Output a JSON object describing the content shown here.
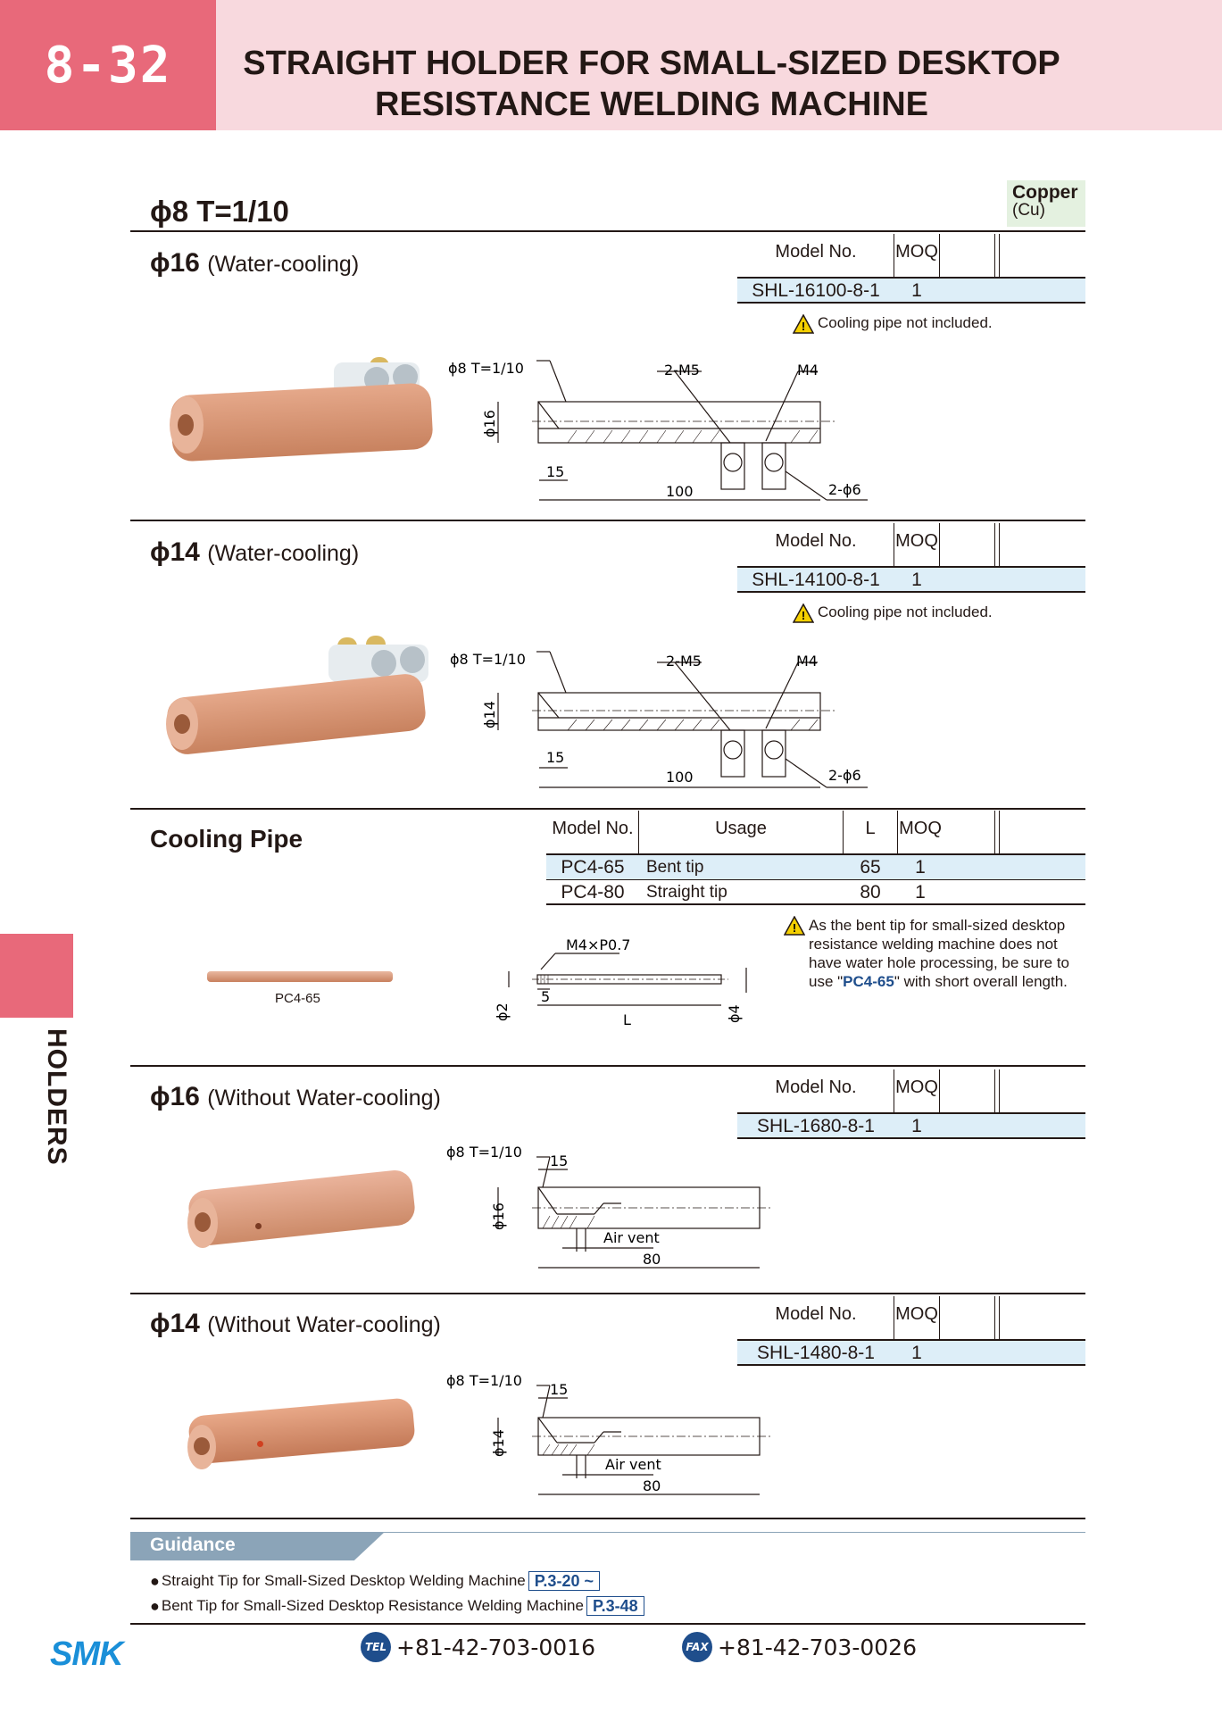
{
  "header": {
    "page_number": "8-32",
    "title_line1": "STRAIGHT HOLDER FOR SMALL-SIZED DESKTOP",
    "title_line2": "RESISTANCE WELDING MACHINE"
  },
  "side_tab": {
    "label": "HOLDERS"
  },
  "main": {
    "heading": "ϕ8   T=1/10",
    "material": {
      "name": "Copper",
      "symbol": "(Cu)"
    }
  },
  "table_labels": {
    "model_no": "Model No.",
    "moq": "MOQ",
    "usage": "Usage",
    "length": "L"
  },
  "sections": [
    {
      "title": "ϕ16",
      "subtitle": "(Water-cooling)",
      "model": "SHL-16100-8-1",
      "moq": "1",
      "note": "Cooling pipe not included.",
      "drawing": {
        "tip": "ϕ8 T=1/10",
        "diameter": "ϕ16",
        "holes": "2-M5",
        "thread": "M4",
        "depth": "15",
        "length": "100",
        "pipes": "2-ϕ6"
      }
    },
    {
      "title": "ϕ14",
      "subtitle": "(Water-cooling)",
      "model": "SHL-14100-8-1",
      "moq": "1",
      "note": "Cooling pipe not included.",
      "drawing": {
        "tip": "ϕ8 T=1/10",
        "diameter": "ϕ14",
        "holes": "2-M5",
        "thread": "M4",
        "depth": "15",
        "length": "100",
        "pipes": "2-ϕ6"
      }
    },
    {
      "title": "ϕ16",
      "subtitle": "(Without Water-cooling)",
      "model": "SHL-1680-8-1",
      "moq": "1",
      "drawing": {
        "tip": "ϕ8 T=1/10",
        "diameter": "ϕ16",
        "depth": "15",
        "vent": "Air vent",
        "length": "80"
      }
    },
    {
      "title": "ϕ14",
      "subtitle": "(Without Water-cooling)",
      "model": "SHL-1480-8-1",
      "moq": "1",
      "drawing": {
        "tip": "ϕ8 T=1/10",
        "diameter": "ϕ14",
        "depth": "15",
        "vent": "Air vent",
        "length": "80"
      }
    }
  ],
  "cooling_pipe": {
    "title": "Cooling Pipe",
    "rows": [
      {
        "model": "PC4-65",
        "usage": "Bent tip",
        "L": "65",
        "moq": "1"
      },
      {
        "model": "PC4-80",
        "usage": "Straight tip",
        "L": "80",
        "moq": "1"
      }
    ],
    "photo_label": "PC4-65",
    "drawing": {
      "thread": "M4×P0.7",
      "inner": "ϕ2",
      "outer": "ϕ4",
      "depth": "5",
      "length": "L"
    },
    "note_pre": "As the bent tip for small-sized desktop resistance welding machine does not have water hole processing, be sure to use \"",
    "note_model": "PC4-65",
    "note_post": "\" with short overall length."
  },
  "guidance": {
    "title": "Guidance",
    "items": [
      {
        "text": "Straight Tip for Small-Sized Desktop Welding Machine",
        "ref": "P.3-20 ~"
      },
      {
        "text": "Bent Tip for Small-Sized Desktop Resistance Welding Machine",
        "ref": "P.3-48"
      }
    ]
  },
  "footer": {
    "logo": "SMK",
    "tel_label": "TEL",
    "tel": "+81-42-703-0016",
    "fax_label": "FAX",
    "fax": "+81-42-703-0026"
  },
  "colors": {
    "pink": "#e8697a",
    "light_pink": "#f8d9de",
    "row_blue": "#ddeef8",
    "copper": "#d89070",
    "link_blue": "#1f4e8c"
  }
}
